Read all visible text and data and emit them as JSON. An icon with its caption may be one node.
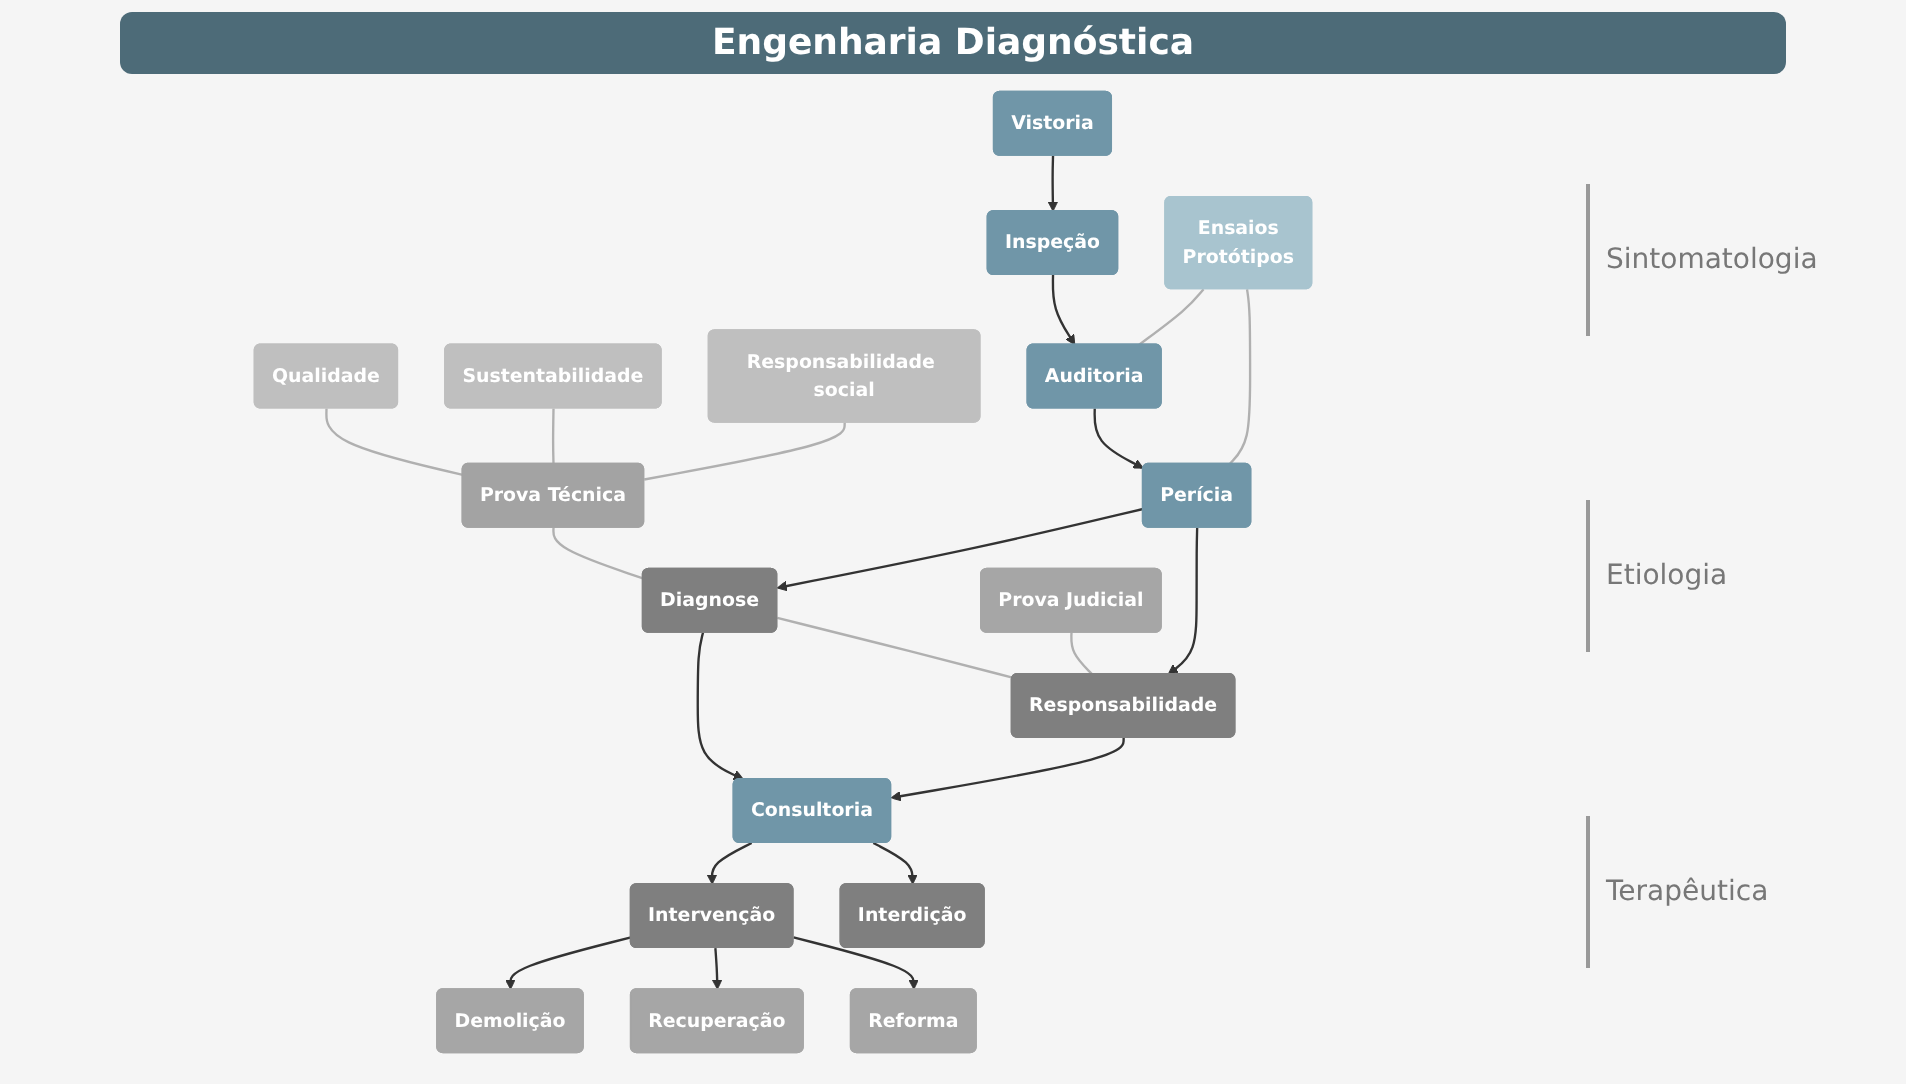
{
  "diagram": {
    "title": "Engenharia Diagnóstica",
    "nodes": [
      {
        "text": [
          "Qualidade"
        ]
      },
      {
        "text": [
          "Sustentabilidade"
        ]
      },
      {
        "text": [
          "Responsabilidade social"
        ]
      },
      {
        "text": [
          "Prova Técnica"
        ]
      },
      {
        "text": [
          "Ensaios",
          "Protótipos"
        ]
      },
      {
        "text": [
          "Vistoria"
        ]
      },
      {
        "text": [
          "Inspeção"
        ]
      },
      {
        "text": [
          "Auditoria"
        ]
      },
      {
        "text": [
          "Perícia"
        ]
      },
      {
        "text": [
          "Prova Judicial"
        ]
      },
      {
        "text": [
          "Diagnose"
        ]
      },
      {
        "text": [
          "Responsabilidade"
        ]
      },
      {
        "text": [
          "Consultoria"
        ]
      },
      {
        "text": [
          "Intervenção"
        ]
      },
      {
        "text": [
          "Interdição"
        ]
      },
      {
        "text": [
          "Demolição"
        ]
      },
      {
        "text": [
          "Recuperação"
        ]
      },
      {
        "text": [
          "Reforma"
        ]
      }
    ],
    "edges": [
      {
        "from": 5,
        "to": 6,
        "arrow": "to"
      },
      {
        "from": 6,
        "to": 7,
        "arrow": "to"
      },
      {
        "from": 7,
        "to": 8,
        "arrow": "to"
      },
      {
        "from": 8,
        "to": 10,
        "arrow": "to"
      },
      {
        "from": 8,
        "to": 11,
        "arrow": "to"
      },
      {
        "from": 10,
        "to": 12,
        "arrow": "to"
      },
      {
        "from": 11,
        "to": 12,
        "arrow": "to"
      },
      {
        "from": 12,
        "to": 13,
        "arrow": "to"
      },
      {
        "from": 12,
        "to": 14,
        "arrow": "to"
      },
      {
        "from": 13,
        "to": 15,
        "arrow": "to"
      },
      {
        "from": 13,
        "to": 16,
        "arrow": "to"
      },
      {
        "from": 13,
        "to": 17,
        "arrow": "to"
      },
      {
        "from": 0,
        "to": 3,
        "arrow": "none",
        "color": "#b0b0b0"
      },
      {
        "from": 1,
        "to": 3,
        "arrow": "none",
        "color": "#b0b0b0"
      },
      {
        "from": 2,
        "to": 3,
        "arrow": "none",
        "color": "#b0b0b0"
      },
      {
        "from": 4,
        "to": 7,
        "arrow": "none",
        "color": "#b0b0b0"
      },
      {
        "from": 4,
        "to": 8,
        "arrow": "none",
        "color": "#b0b0b0"
      },
      {
        "from": 3,
        "to": 10,
        "arrow": "none",
        "color": "#b0b0b0"
      },
      {
        "from": 9,
        "to": 11,
        "arrow": "none",
        "color": "#b0b0b0"
      },
      {
        "from": 10,
        "to": 11,
        "arrow": "none",
        "color": "#b0b0b0"
      }
    ],
    "labels": [
      "Sintomatologia",
      "Etiologia",
      "Terapêutica"
    ]
  }
}
